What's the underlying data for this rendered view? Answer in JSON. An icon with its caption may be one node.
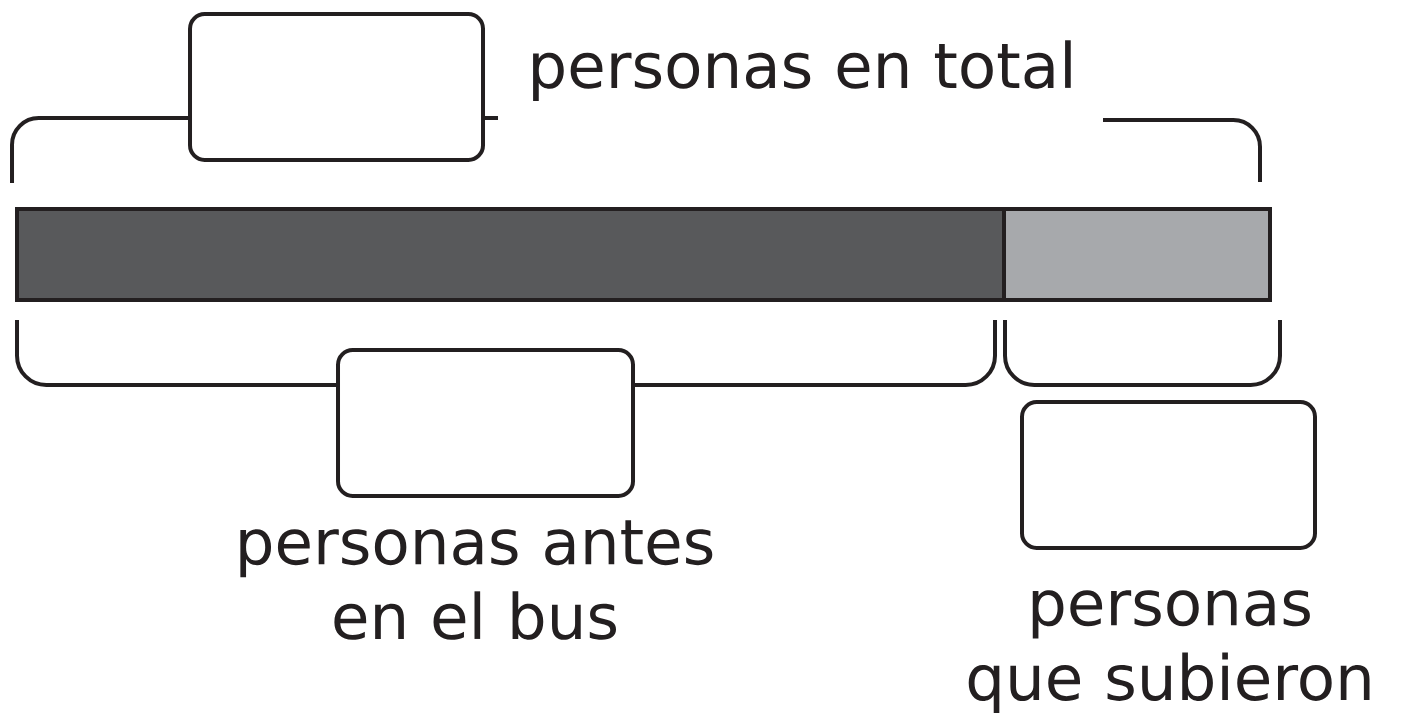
{
  "diagram": {
    "nodes": [
      {
        "text": [],
        "shape": "bar"
      },
      {
        "text": [],
        "shape": "bar"
      },
      {
        "text": [],
        "shape": "box",
        "beside": [
          "personas en total"
        ]
      },
      {
        "text": [],
        "shape": "box",
        "beside": [
          "personas antes en el bus"
        ]
      },
      {
        "text": [],
        "shape": "box",
        "beside": [
          "personas que subieron"
        ]
      }
    ]
  }
}
